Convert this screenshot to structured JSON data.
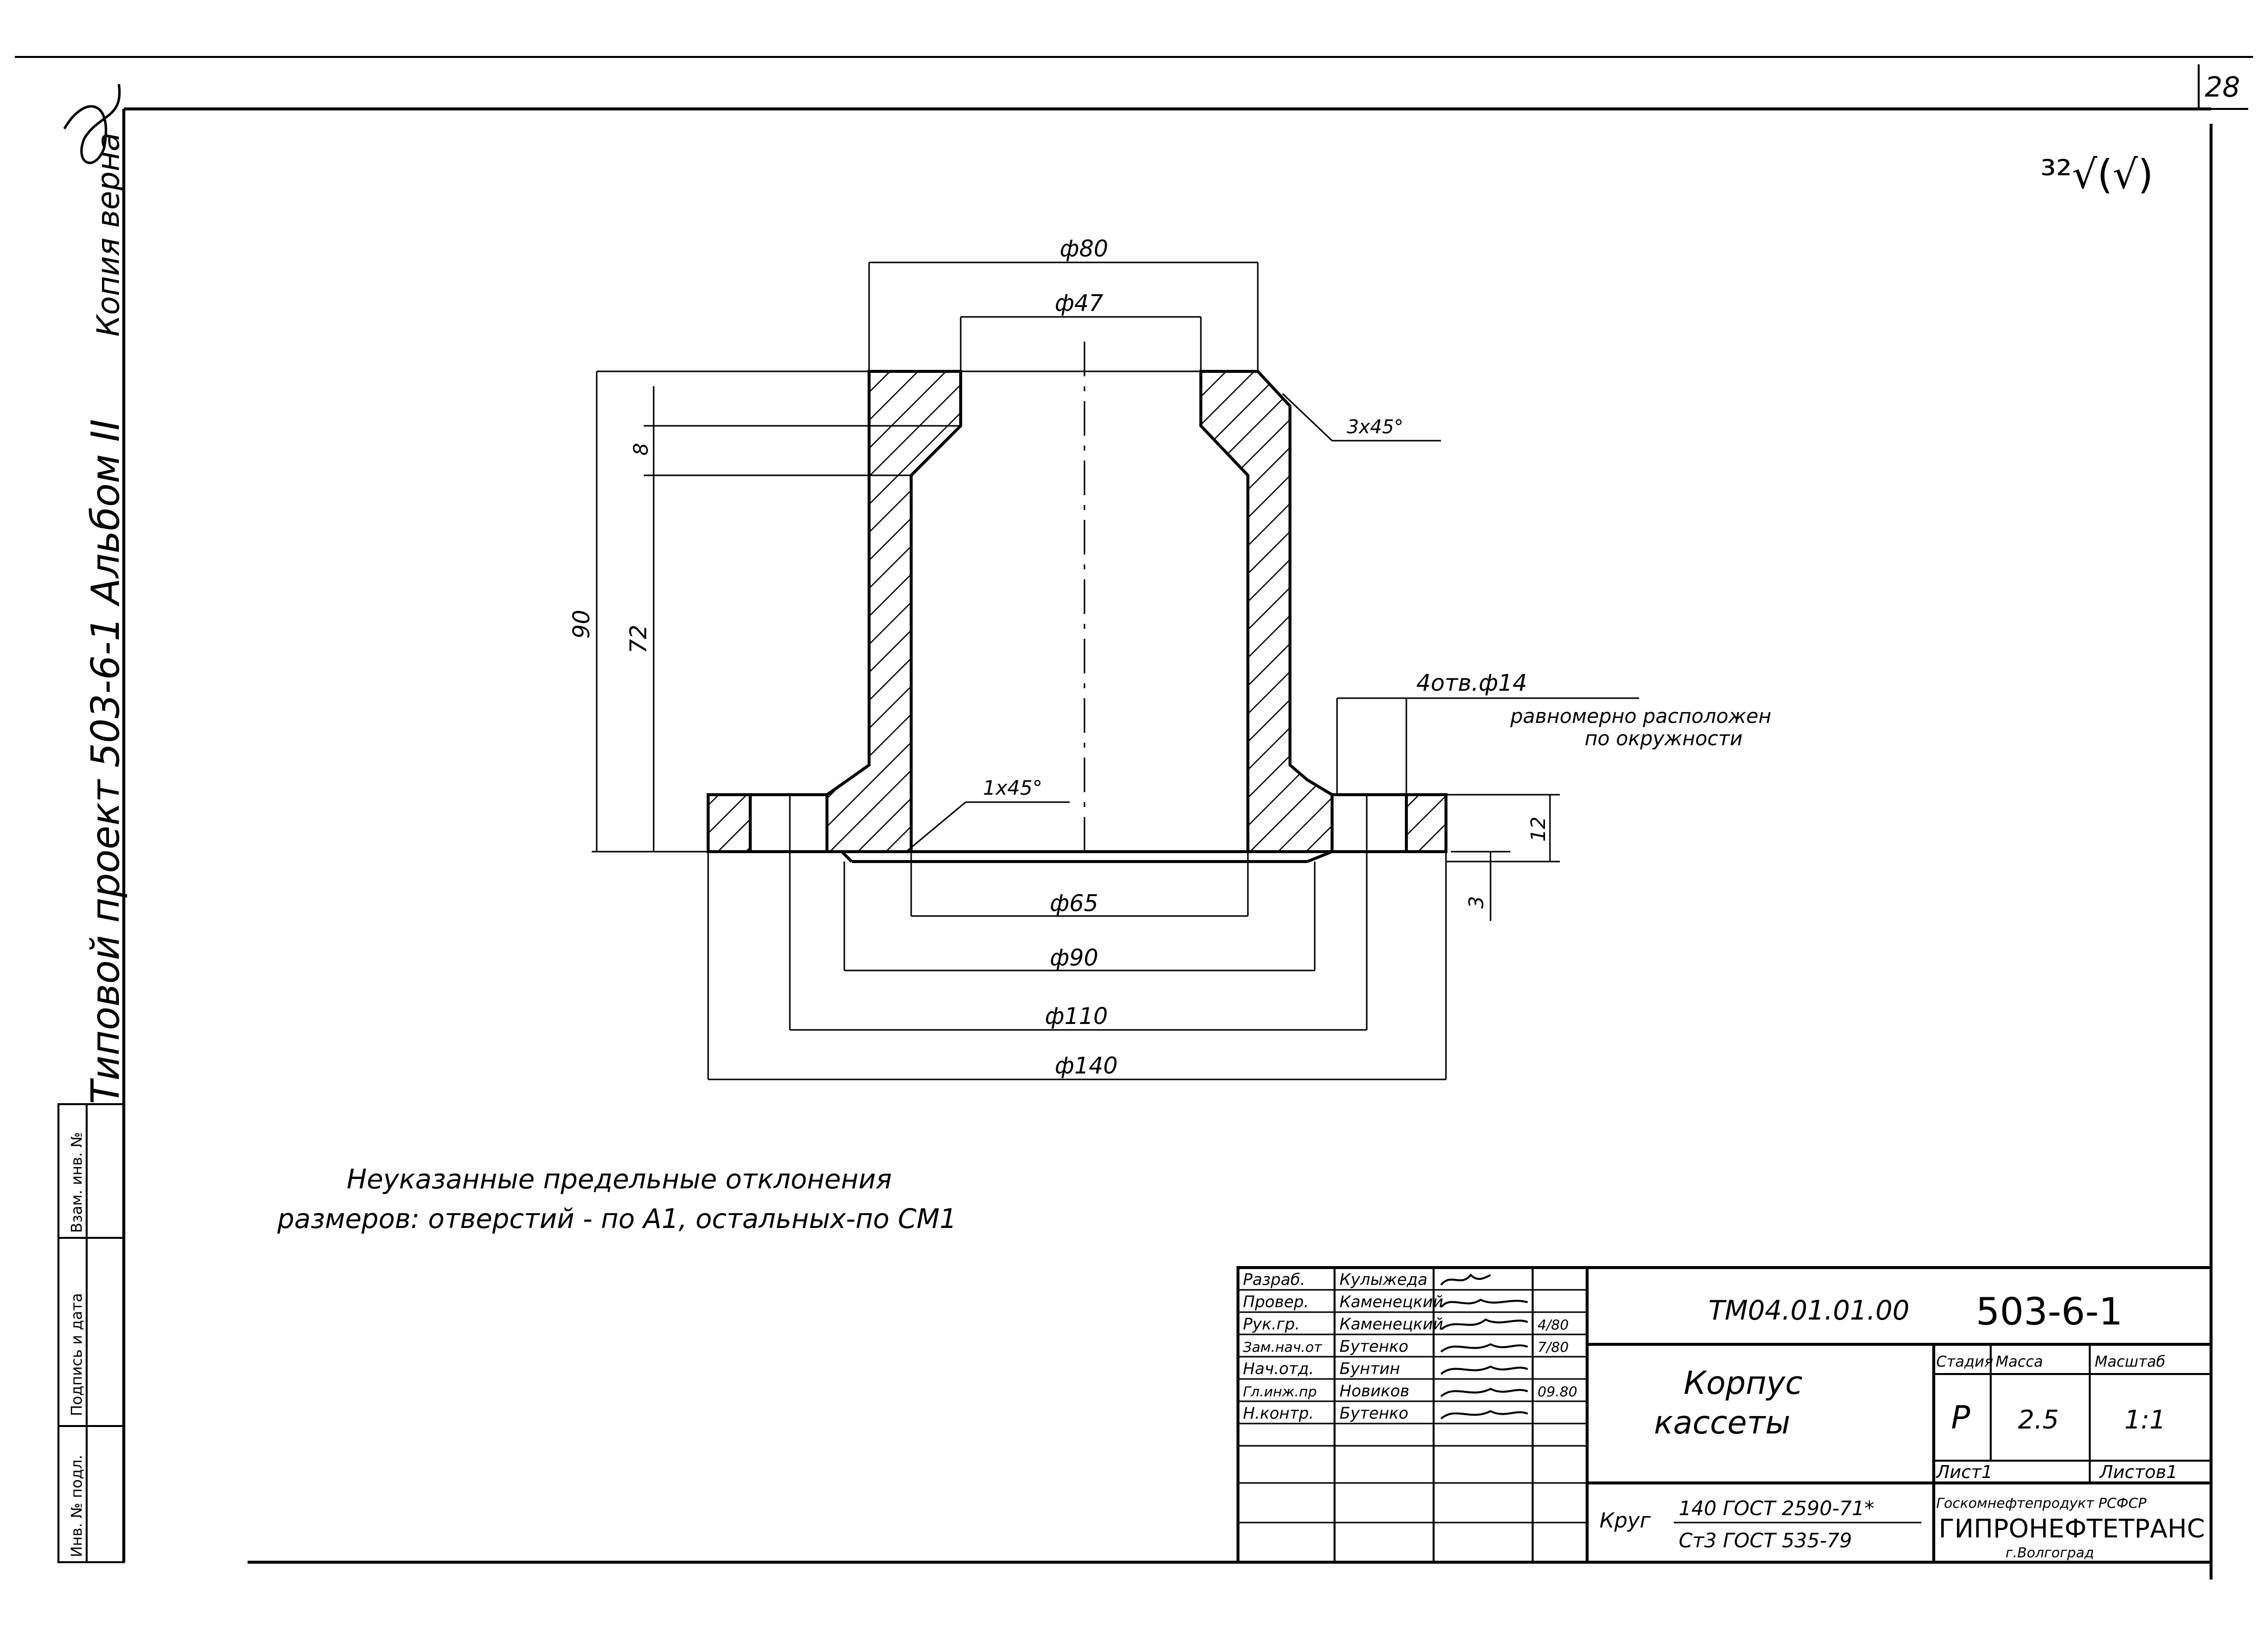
{
  "page_number": "28",
  "side_text": "Типовой проект 503-6-1 Альбом II",
  "copy_note": "Копия верна",
  "surface_finish": "³²√(√)",
  "dimensions": {
    "d80": "ф80",
    "d47": "ф47",
    "chamfer_top": "3х45°",
    "h8": "8",
    "h90": "90",
    "h72": "72",
    "holes": "4отв.ф14",
    "holes_note_1": "равномерно расположен",
    "holes_note_2": "по окружности",
    "chamfer_bottom": "1х45°",
    "h12": "12",
    "h3": "3",
    "d65": "ф65",
    "d90": "ф90",
    "d110": "ф110",
    "d140": "ф140"
  },
  "notes": {
    "line1": "Неуказанные предельные отклонения",
    "line2": "размеров: отверстий - по А1, остальных-по СМ1"
  },
  "side_stamp": {
    "c1": "Инв. № подл.",
    "c2": "Подпись и дата",
    "c3": "Взам. инв. №"
  },
  "title_block": {
    "doc_code": "ТМ04.01.01.00",
    "project": "503-6-1",
    "name_line1": "Корпус",
    "name_line2": "кассеты",
    "col_stage": "Стадия",
    "col_mass": "Масса",
    "col_scale": "Масштаб",
    "stage": "Р",
    "mass": "2.5",
    "scale": "1:1",
    "sheet": "Лист1",
    "sheets": "Листов1",
    "material_label": "Круг",
    "material_top": "140 ГОСТ 2590-71*",
    "material_bottom": "Ст3 ГОСТ 535-79",
    "org_top": "Госкомнефтепродукт РСФСР",
    "org_name": "ГИПРОНЕФТЕТРАНС",
    "org_city": "г.Волгоград",
    "date_a": "4/80",
    "date_b": "09.80",
    "date_c": "7/80",
    "rows": [
      {
        "role": "Разраб.",
        "name": "Кулыжеда"
      },
      {
        "role": "Провер.",
        "name": "Каменецкий"
      },
      {
        "role": "Рук.гр.",
        "name": "Каменецкий"
      },
      {
        "role": "Зам.нач.от",
        "name": "Бутенко"
      },
      {
        "role": "Нач.отд.",
        "name": "Бунтин"
      },
      {
        "role": "Гл.инж.пр",
        "name": "Новиков"
      },
      {
        "role": "Н.контр.",
        "name": "Бутенко"
      }
    ]
  }
}
